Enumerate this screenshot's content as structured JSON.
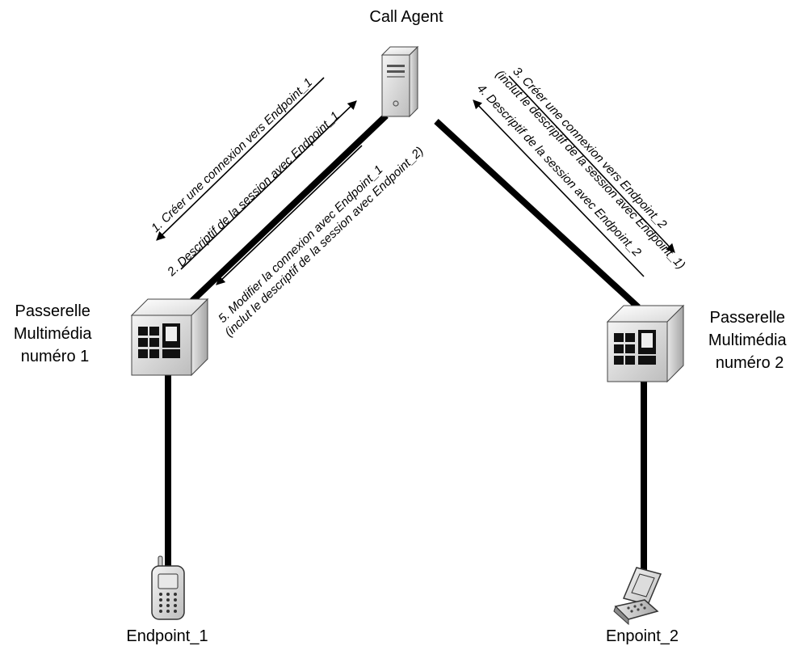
{
  "nodes": {
    "call_agent": {
      "label": "Call Agent"
    },
    "gateway_1": {
      "label_lines": [
        "Passerelle",
        "Multimédia",
        "numéro 1"
      ]
    },
    "gateway_2": {
      "label_lines": [
        "Passerelle",
        "Multimédia",
        "numéro 2"
      ]
    },
    "endpoint_1": {
      "label": "Endpoint_1"
    },
    "endpoint_2": {
      "label": "Enpoint_2"
    }
  },
  "messages": [
    {
      "lines": [
        "1. Créer une connexion vers Endpoint_1"
      ]
    },
    {
      "lines": [
        "2. Descriptif de la session avec Endpoint_1"
      ]
    },
    {
      "lines": [
        "3. Créer une connexion vers Endpoint_2",
        "(inclut le descriptif de la session avec Endpoint_1)"
      ]
    },
    {
      "lines": [
        "4. Descriptif de la session avec Endpoint_2"
      ]
    },
    {
      "lines": [
        "5. Modifier la connexion avec Endpoint_1",
        "(inclut le descriptif de la session avec Endpoint_2)"
      ]
    }
  ]
}
